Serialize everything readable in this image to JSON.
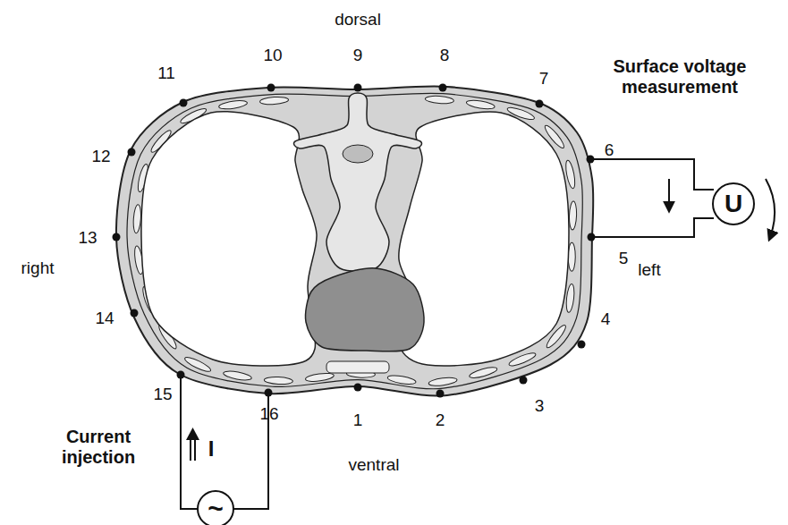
{
  "diagram": {
    "nodes": [
      {
        "text": [
          "U"
        ]
      },
      {
        "text": [
          "~"
        ]
      }
    ],
    "labels": [
      "dorsal",
      "Surface voltage measurement",
      "right",
      "left",
      "ventral",
      "Current injection",
      "I",
      "1",
      "2",
      "3",
      "4",
      "5",
      "6",
      "7",
      "8",
      "9",
      "10",
      "11",
      "12",
      "13",
      "14",
      "15",
      "16"
    ]
  }
}
